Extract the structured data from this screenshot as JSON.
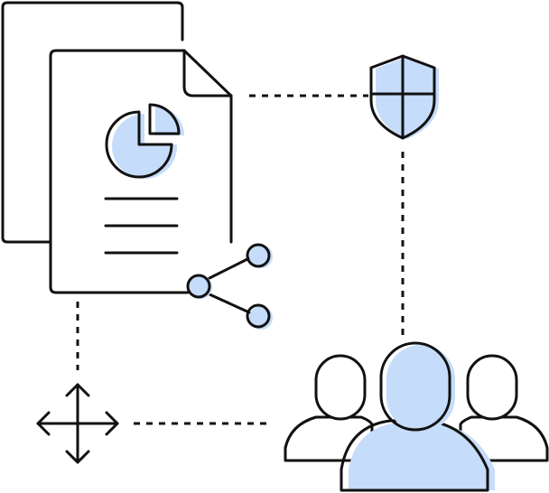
{
  "colors": {
    "stroke": "#111111",
    "accent": "#c5dcfa",
    "background": "#ffffff"
  },
  "icons": [
    "stacked-documents-icon",
    "pie-chart-icon",
    "share-icon",
    "shield-icon",
    "move-arrows-icon",
    "user-group-icon"
  ],
  "connectors": [
    "document-to-shield",
    "shield-to-users",
    "document-to-move",
    "move-to-users"
  ]
}
